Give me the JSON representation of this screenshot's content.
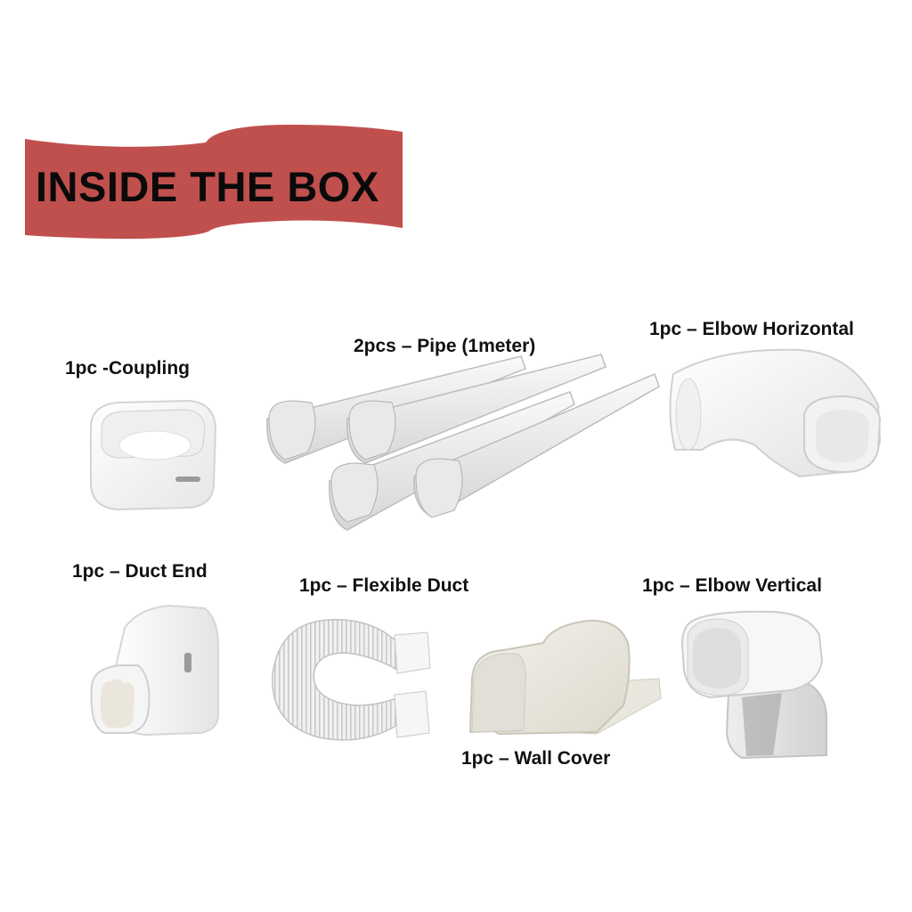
{
  "banner": {
    "title": "INSIDE THE BOX",
    "color": "#C0504D"
  },
  "items": [
    {
      "label": "1pc -Coupling",
      "icon": "coupling-icon"
    },
    {
      "label": "2pcs – Pipe (1meter)",
      "icon": "pipe-icon"
    },
    {
      "label": "1pc – Elbow Horizontal",
      "icon": "elbow-horizontal-icon"
    },
    {
      "label": "1pc – Duct End",
      "icon": "duct-end-icon"
    },
    {
      "label": "1pc – Flexible Duct",
      "icon": "flexible-duct-icon"
    },
    {
      "label": "1pc – Wall Cover",
      "icon": "wall-cover-icon"
    },
    {
      "label": "1pc – Elbow Vertical",
      "icon": "elbow-vertical-icon"
    }
  ]
}
